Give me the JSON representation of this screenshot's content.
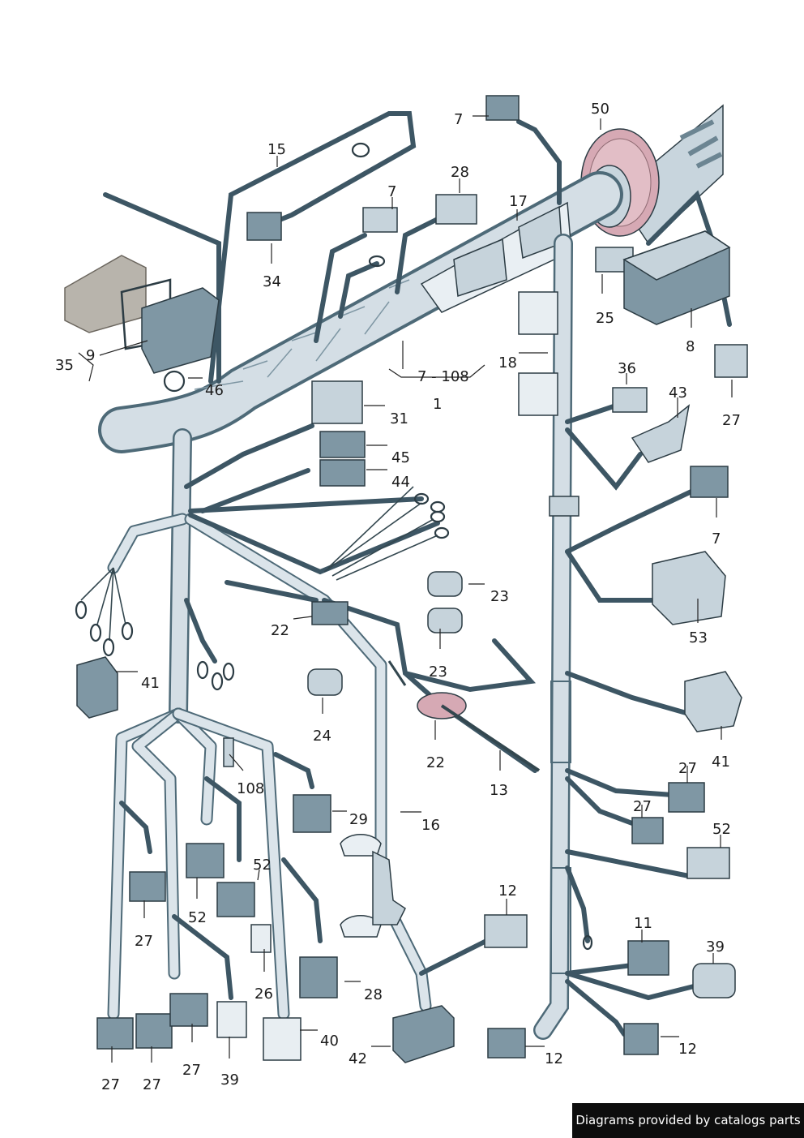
{
  "credit": "Diagrams provided by catalogs parts",
  "callouts": [
    {
      "id": "c-1",
      "text": "1"
    },
    {
      "id": "c-7-108",
      "text": "7 - 108"
    },
    {
      "id": "c-7-top",
      "text": "7"
    },
    {
      "id": "c-7-mid",
      "text": "7"
    },
    {
      "id": "c-7-right",
      "text": "7"
    },
    {
      "id": "c-8",
      "text": "8"
    },
    {
      "id": "c-9",
      "text": "9"
    },
    {
      "id": "c-11",
      "text": "11"
    },
    {
      "id": "c-12-a",
      "text": "12"
    },
    {
      "id": "c-12-b",
      "text": "12"
    },
    {
      "id": "c-12-c",
      "text": "12"
    },
    {
      "id": "c-13",
      "text": "13"
    },
    {
      "id": "c-15",
      "text": "15"
    },
    {
      "id": "c-16",
      "text": "16"
    },
    {
      "id": "c-17",
      "text": "17"
    },
    {
      "id": "c-18",
      "text": "18"
    },
    {
      "id": "c-22-a",
      "text": "22"
    },
    {
      "id": "c-22-b",
      "text": "22"
    },
    {
      "id": "c-23-a",
      "text": "23"
    },
    {
      "id": "c-23-b",
      "text": "23"
    },
    {
      "id": "c-24",
      "text": "24"
    },
    {
      "id": "c-25",
      "text": "25"
    },
    {
      "id": "c-26",
      "text": "26"
    },
    {
      "id": "c-27-a",
      "text": "27"
    },
    {
      "id": "c-27-b",
      "text": "27"
    },
    {
      "id": "c-27-c",
      "text": "27"
    },
    {
      "id": "c-27-d",
      "text": "27"
    },
    {
      "id": "c-27-e",
      "text": "27"
    },
    {
      "id": "c-27-f",
      "text": "27"
    },
    {
      "id": "c-27-g",
      "text": "27"
    },
    {
      "id": "c-28-a",
      "text": "28"
    },
    {
      "id": "c-28-b",
      "text": "28"
    },
    {
      "id": "c-29",
      "text": "29"
    },
    {
      "id": "c-31",
      "text": "31"
    },
    {
      "id": "c-34",
      "text": "34"
    },
    {
      "id": "c-35",
      "text": "35"
    },
    {
      "id": "c-36",
      "text": "36"
    },
    {
      "id": "c-39-a",
      "text": "39"
    },
    {
      "id": "c-39-b",
      "text": "39"
    },
    {
      "id": "c-40",
      "text": "40"
    },
    {
      "id": "c-41-a",
      "text": "41"
    },
    {
      "id": "c-41-b",
      "text": "41"
    },
    {
      "id": "c-42",
      "text": "42"
    },
    {
      "id": "c-43",
      "text": "43"
    },
    {
      "id": "c-44",
      "text": "44"
    },
    {
      "id": "c-45",
      "text": "45"
    },
    {
      "id": "c-46",
      "text": "46"
    },
    {
      "id": "c-50",
      "text": "50"
    },
    {
      "id": "c-52-a",
      "text": "52"
    },
    {
      "id": "c-52-b",
      "text": "52"
    },
    {
      "id": "c-52-c",
      "text": "52"
    },
    {
      "id": "c-53",
      "text": "53"
    },
    {
      "id": "c-108",
      "text": "108"
    }
  ]
}
